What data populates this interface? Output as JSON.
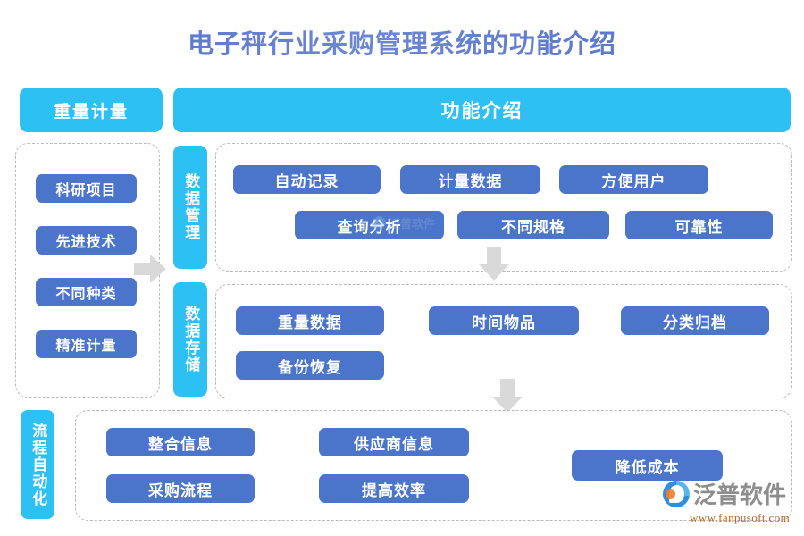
{
  "title": "电子秤行业采购管理系统的功能介绍",
  "colors": {
    "title_text": "#5a79c9",
    "header_cyan": "#2dc0f3",
    "button_blue": "#4b74cb",
    "arrow_gray": "#d9d9d9",
    "panel_border": "#b9b9b9",
    "logo_text": "#8e8e8e",
    "logo_url": "#b06a2c"
  },
  "headers": {
    "left": "重量计量",
    "right": "功能介绍"
  },
  "left_panel": {
    "items": [
      {
        "label": "科研项目"
      },
      {
        "label": "先进技术"
      },
      {
        "label": "不同种类"
      },
      {
        "label": "精准计量"
      }
    ]
  },
  "flow_arrows": {
    "right_arrow": "arrow-right-icon",
    "down_arrow_1": "arrow-down-icon",
    "down_arrow_2": "arrow-down-icon"
  },
  "sections": [
    {
      "side_label": "数据管理",
      "items": [
        {
          "label": "自动记录"
        },
        {
          "label": "计量数据"
        },
        {
          "label": "方便用户"
        },
        {
          "label": "查询分析"
        },
        {
          "label": "不同规格"
        },
        {
          "label": "可靠性"
        }
      ]
    },
    {
      "side_label": "数据存储",
      "items": [
        {
          "label": "重量数据"
        },
        {
          "label": "时间物品"
        },
        {
          "label": "分类归档"
        },
        {
          "label": "备份恢复"
        }
      ]
    },
    {
      "side_label": "流程自动化",
      "items": [
        {
          "label": "整合信息"
        },
        {
          "label": "供应商信息"
        },
        {
          "label": "降低成本"
        },
        {
          "label": "采购流程"
        },
        {
          "label": "提高效率"
        }
      ]
    }
  ],
  "watermark": {
    "text": "泛普软件"
  },
  "logo": {
    "text": "泛普软件",
    "url": "www.fanpusoft.com"
  }
}
